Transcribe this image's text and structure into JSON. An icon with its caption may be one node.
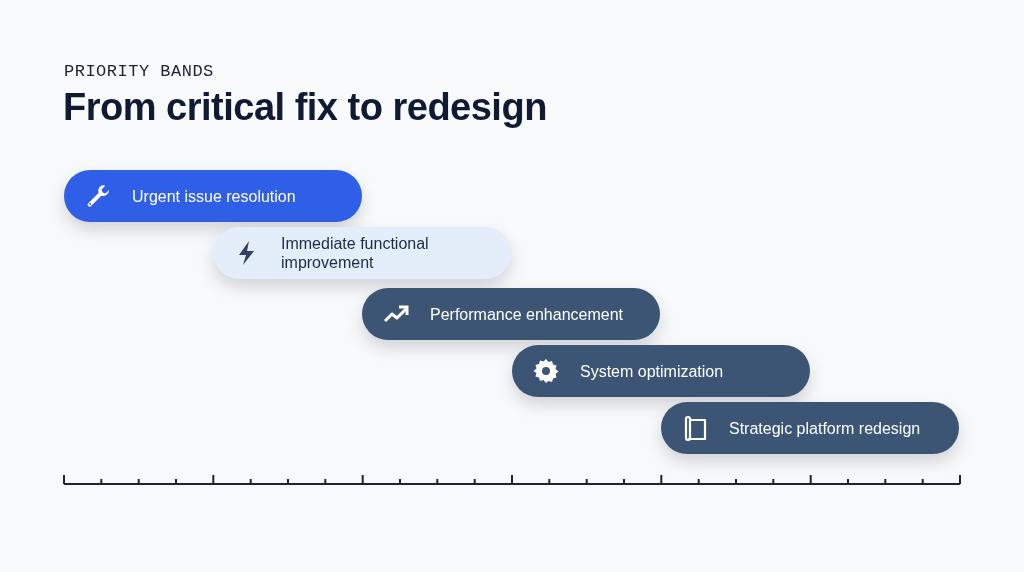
{
  "diagram": {
    "title": "From critical fix to redesign",
    "nodes": [
      {
        "text": [
          "Urgent issue resolution"
        ]
      },
      {
        "text": [
          "Immediate functional improvement"
        ]
      },
      {
        "text": [
          "Performance enhancement"
        ]
      },
      {
        "text": [
          "System optimization"
        ]
      },
      {
        "text": [
          "Strategic platform redesign"
        ]
      }
    ],
    "labels": [
      "PRIORITY BANDS"
    ]
  }
}
